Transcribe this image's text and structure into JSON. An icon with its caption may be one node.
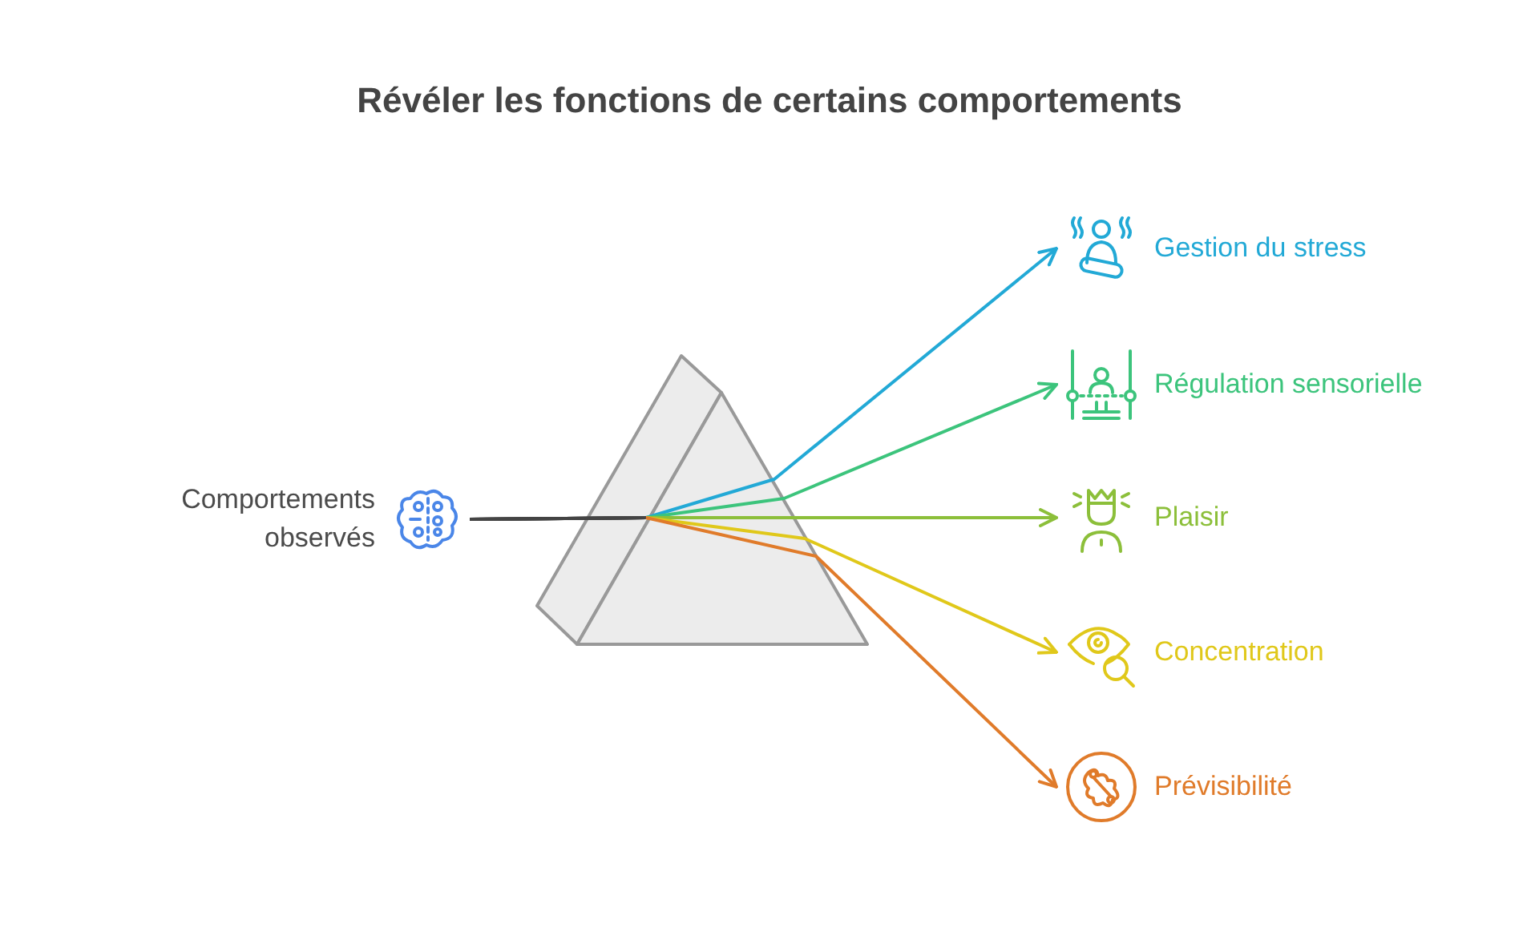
{
  "diagram": {
    "title": "Révéler les fonctions de certains comportements",
    "nodes": [
      {
        "text": [
          "Comportements observés"
        ]
      },
      {
        "text": [
          "Gestion du stress"
        ]
      },
      {
        "text": [
          "Régulation sensorielle"
        ]
      },
      {
        "text": [
          "Plaisir"
        ]
      },
      {
        "text": [
          "Concentration"
        ]
      },
      {
        "text": [
          "Prévisibilité"
        ]
      }
    ],
    "edges": [
      {
        "from": 0,
        "to": 1,
        "arrow": "to",
        "color": "#22a9d6"
      },
      {
        "from": 0,
        "to": 2,
        "arrow": "to",
        "color": "#3cc47c"
      },
      {
        "from": 0,
        "to": 3,
        "arrow": "to",
        "color": "#8cbf3a"
      },
      {
        "from": 0,
        "to": 4,
        "arrow": "to",
        "color": "#e0c81a"
      },
      {
        "from": 0,
        "to": 5,
        "arrow": "to",
        "color": "#e07b2a"
      }
    ]
  }
}
